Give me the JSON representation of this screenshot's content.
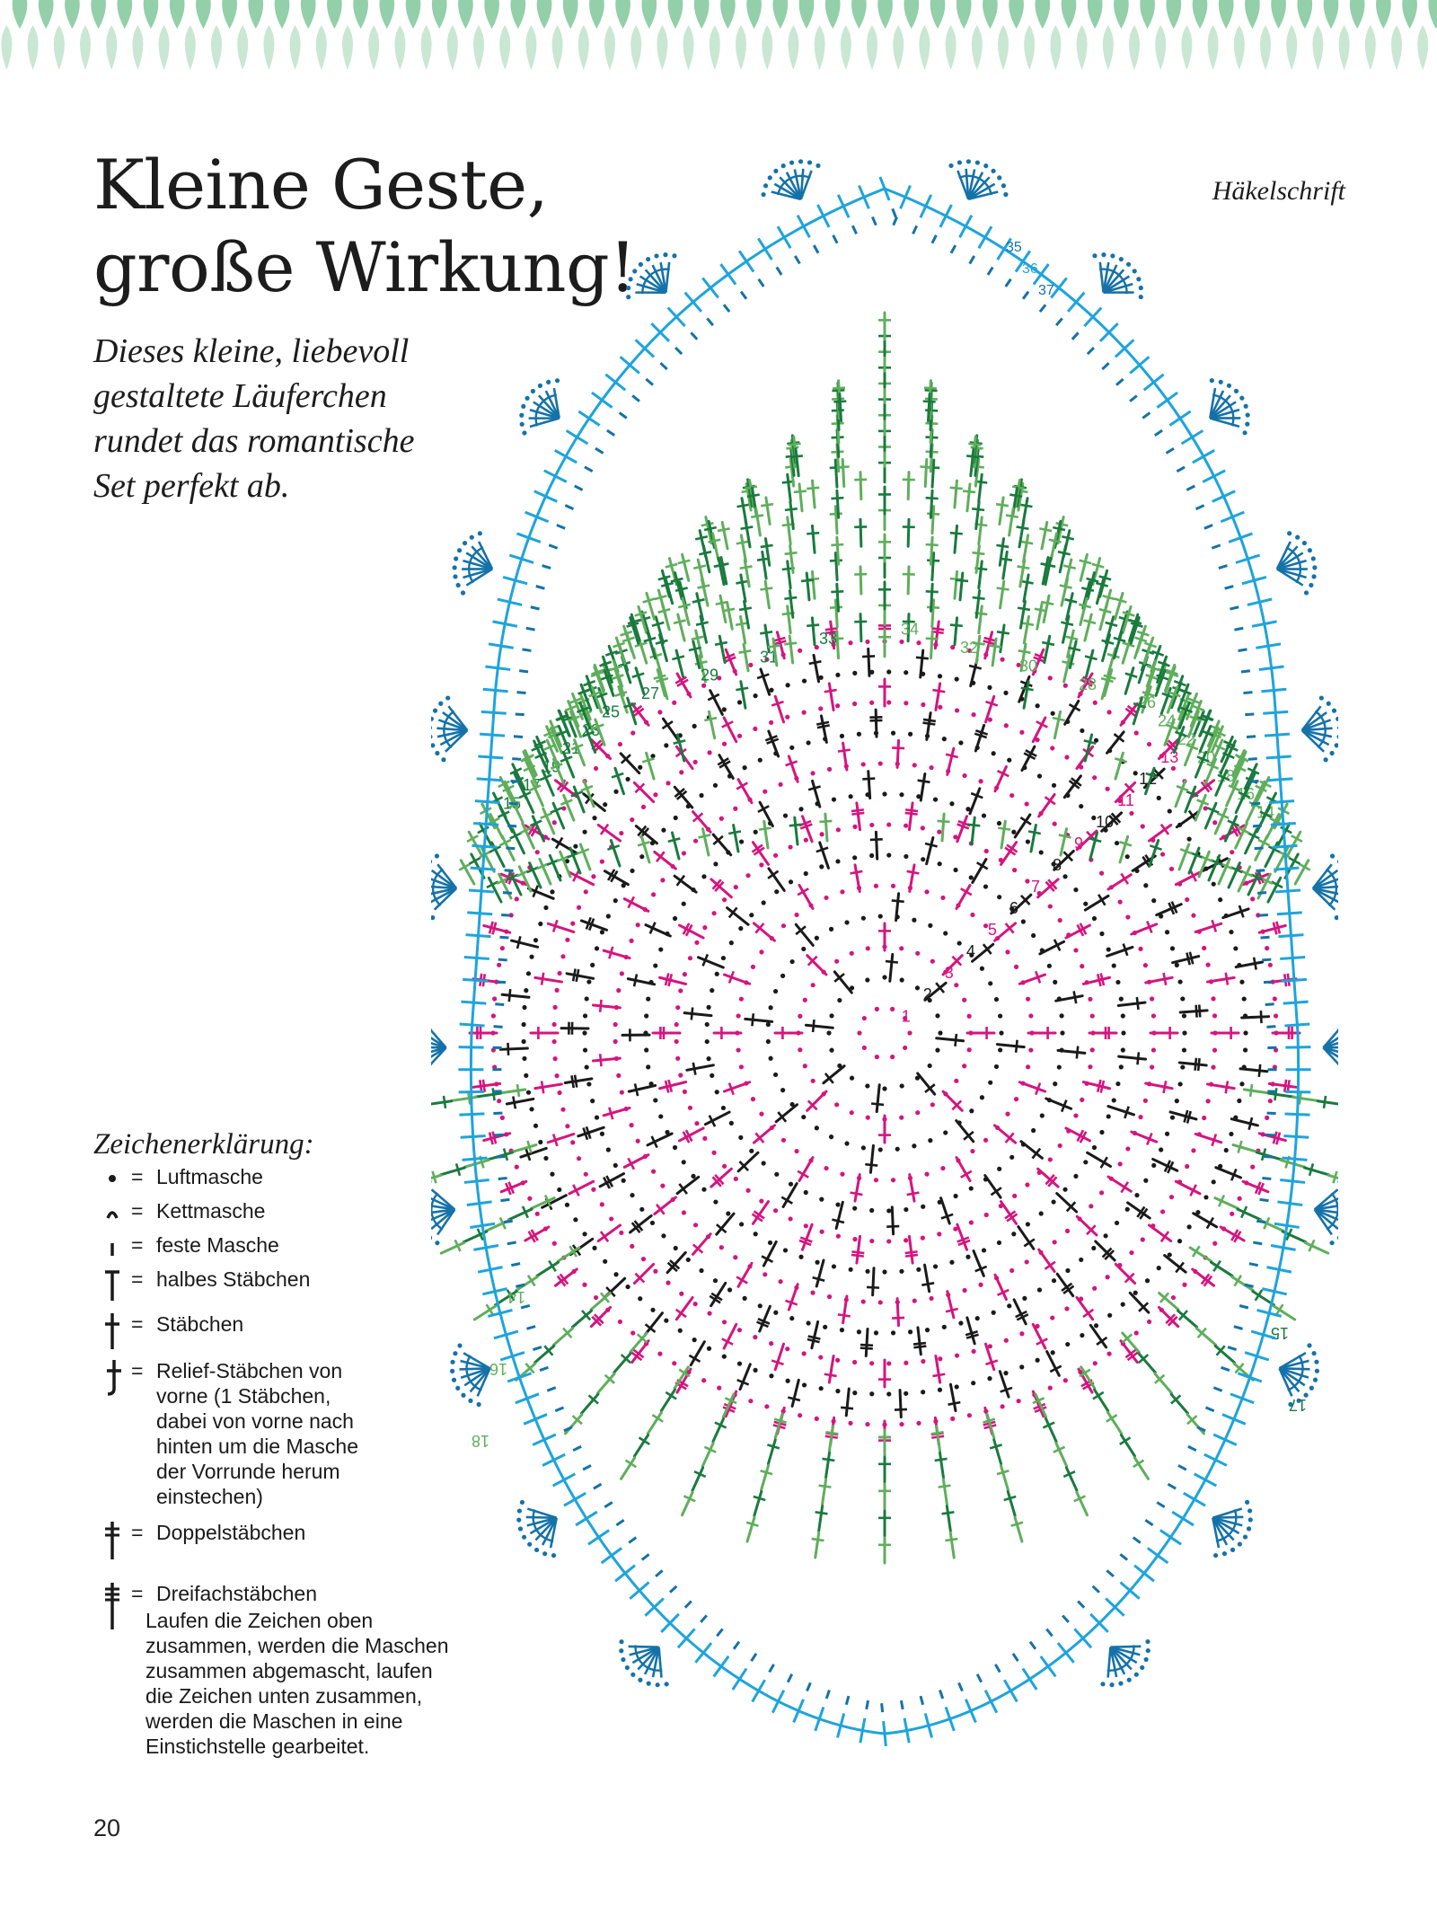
{
  "colors": {
    "border_dark": "#93cfa9",
    "border_light": "#c9e7d3",
    "round_black": "#1a1a1a",
    "round_magenta": "#d4157f",
    "round_green_dark": "#1a7a3e",
    "round_green_light": "#5fae5c",
    "round_blue_light": "#1ea4dc",
    "round_blue_dark": "#1572a8"
  },
  "header": {
    "title_lines": [
      "Kleine Geste,",
      "große Wirkung!"
    ],
    "subtitle_lines": [
      "Dieses kleine, liebevoll",
      "gestaltete Läuferchen",
      "rundet das romantische",
      "Set perfekt ab."
    ],
    "section_label": "Häkelschrift"
  },
  "legend": {
    "title": "Zeichenerklärung:",
    "items": [
      {
        "symbol": "chain-stitch-icon",
        "text": "Luftmasche"
      },
      {
        "symbol": "slip-stitch-icon",
        "text": "Kettmasche"
      },
      {
        "symbol": "single-crochet-icon",
        "text": "feste Masche"
      },
      {
        "symbol": "half-double-crochet-icon",
        "text": "halbes Stäbchen"
      },
      {
        "symbol": "double-crochet-icon",
        "text": "Stäbchen"
      },
      {
        "symbol": "front-post-double-crochet-icon",
        "text": "Relief-Stäbchen von\nvorne (1 Stäbchen,\ndabei von vorne nach\nhinten um die Masche\nder Vorrunde herum\neinstechen)"
      },
      {
        "symbol": "treble-crochet-icon",
        "text": "Doppelstäbchen"
      },
      {
        "symbol": "double-treble-crochet-icon",
        "text": "Dreifachstäbchen"
      }
    ],
    "note": "Laufen die Zeichen oben\nzusammen, werden die Maschen\nzusammen abgemascht, laufen\ndie Zeichen unten zusammen,\nwerden die Maschen in eine\nEinstichstelle gearbeitet."
  },
  "diagram": {
    "center_rounds": [
      {
        "round": 1,
        "color": "magenta"
      },
      {
        "round": 2,
        "color": "black"
      },
      {
        "round": 3,
        "color": "magenta"
      },
      {
        "round": 4,
        "color": "black"
      },
      {
        "round": 5,
        "color": "magenta"
      },
      {
        "round": 6,
        "color": "black"
      },
      {
        "round": 7,
        "color": "magenta"
      },
      {
        "round": 8,
        "color": "black"
      },
      {
        "round": 9,
        "color": "magenta"
      },
      {
        "round": 10,
        "color": "black"
      },
      {
        "round": 11,
        "color": "magenta"
      },
      {
        "round": 12,
        "color": "black"
      },
      {
        "round": 13,
        "color": "magenta"
      }
    ],
    "end_rounds": [
      {
        "round": 14,
        "color": "green_light"
      },
      {
        "round": 15,
        "color": "green_dark"
      },
      {
        "round": 16,
        "color": "green_light"
      },
      {
        "round": 17,
        "color": "green_dark"
      },
      {
        "round": 18,
        "color": "green_light"
      },
      {
        "round": 19,
        "color": "green_dark"
      },
      {
        "round": 20,
        "color": "green_light"
      },
      {
        "round": 21,
        "color": "green_dark"
      },
      {
        "round": 22,
        "color": "green_light"
      },
      {
        "round": 23,
        "color": "green_dark"
      },
      {
        "round": 24,
        "color": "green_light"
      },
      {
        "round": 25,
        "color": "green_dark"
      },
      {
        "round": 26,
        "color": "green_light"
      },
      {
        "round": 27,
        "color": "green_dark"
      },
      {
        "round": 28,
        "color": "green_light"
      },
      {
        "round": 29,
        "color": "green_dark"
      },
      {
        "round": 30,
        "color": "green_light"
      },
      {
        "round": 31,
        "color": "green_dark"
      },
      {
        "round": 32,
        "color": "green_light"
      },
      {
        "round": 33,
        "color": "green_dark"
      },
      {
        "round": 34,
        "color": "green_light"
      }
    ],
    "edging_rounds": [
      {
        "round": 35,
        "color": "blue_dark"
      },
      {
        "round": 36,
        "color": "blue_light"
      },
      {
        "round": 37,
        "color": "blue_dark"
      }
    ],
    "bottom_mirrored_labels": [
      "14",
      "15",
      "16",
      "17",
      "18"
    ]
  },
  "page_number": "20"
}
